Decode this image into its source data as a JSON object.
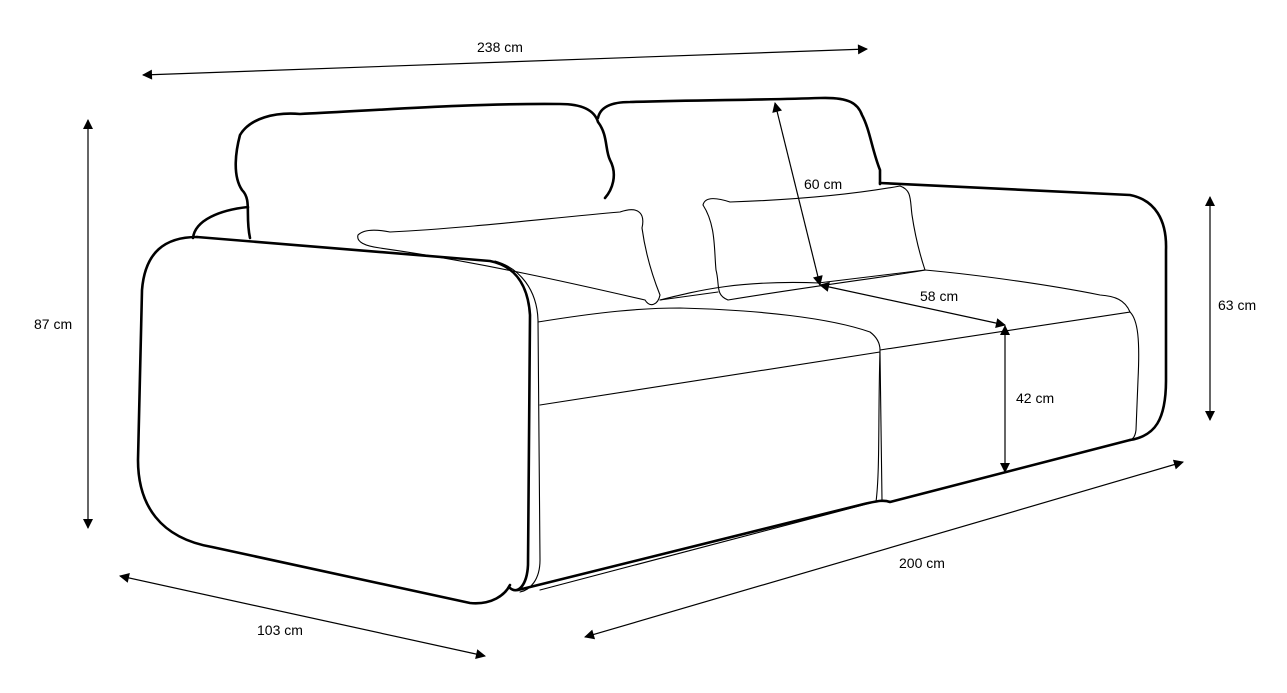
{
  "dimensions": {
    "total_width": "238 cm",
    "total_height": "87 cm",
    "backrest_height": "60 cm",
    "seat_depth": "58 cm",
    "armrest_height": "63 cm",
    "seat_height": "42 cm",
    "seat_width": "200 cm",
    "total_depth": "103 cm"
  },
  "colors": {
    "line": "#000000",
    "background": "#ffffff"
  }
}
